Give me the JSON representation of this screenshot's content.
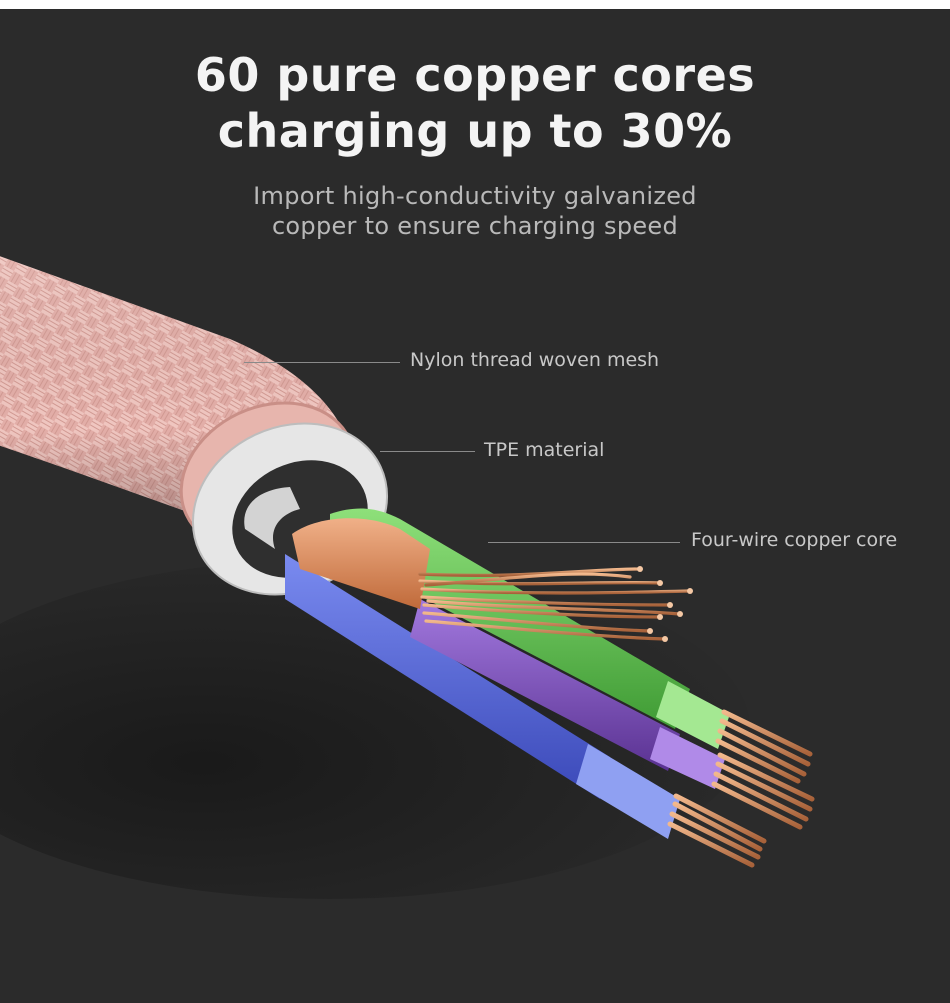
{
  "headline": {
    "line1": "60 pure copper cores",
    "line2": "charging up to 30%"
  },
  "subtitle": {
    "line1": "Import high-conductivity galvanized",
    "line2": "copper to ensure charging speed"
  },
  "callouts": [
    {
      "label": "Nylon thread woven mesh"
    },
    {
      "label": "TPE material"
    },
    {
      "label": "Four-wire copper core"
    }
  ],
  "colors": {
    "background": "#2b2b2b",
    "braid": "#e6b3ae",
    "tpe_sheath": "#e2e2e2",
    "shield": "#c9c9c9",
    "wire_orange": "#d98a5c",
    "wire_green": "#5fbf4f",
    "wire_purple": "#7d4fb8",
    "wire_blue": "#4d5fd0",
    "copper": "#c98454"
  }
}
